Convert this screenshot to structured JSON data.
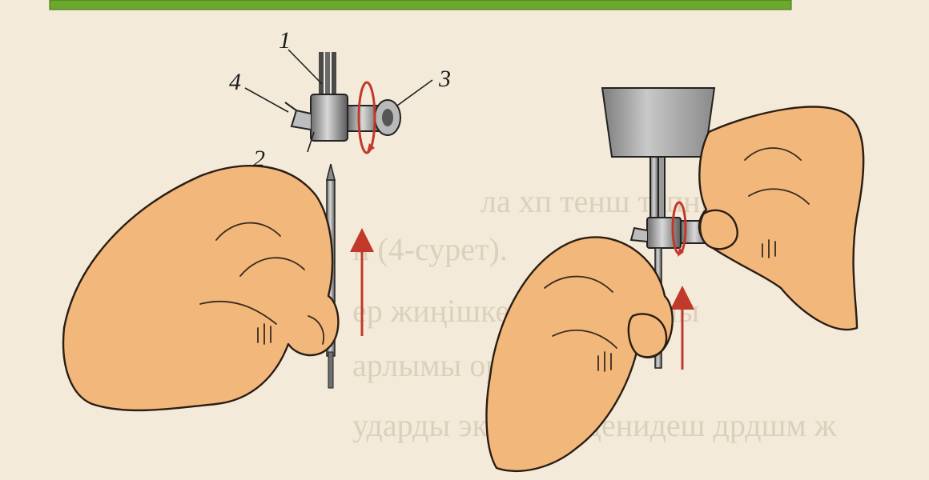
{
  "header_bar": {
    "color": "#6aa82e"
  },
  "background_text_lines": [
    "ла хп тенш тапны",
    "н (4-сурет).",
    "ер жиңішке ж бет   ьшыны",
    "арлымы орны",
    "ударды эксуэрти                    денидеш дрдшм ж"
  ],
  "figure_left": {
    "callouts": [
      "1",
      "2",
      "3",
      "4"
    ],
    "arrow_color": "#c0392b"
  },
  "figure_right": {
    "arrow_color": "#c0392b"
  }
}
